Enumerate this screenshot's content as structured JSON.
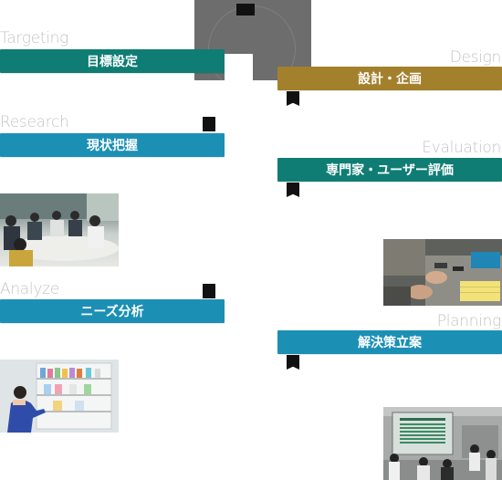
{
  "colors": {
    "targeting": "#0f7d74",
    "research": "#1c8fb5",
    "analyze": "#1c8fb5",
    "design": "#a3812c",
    "evaluation": "#0f7d74",
    "planning": "#1c8fb5",
    "connector_dark": "#111111",
    "center_block": "#6f6f6f"
  },
  "steps": {
    "targeting": {
      "en": "Targeting",
      "jp": "目標設定"
    },
    "research": {
      "en": "Research",
      "jp": "現状把握"
    },
    "analyze": {
      "en": "Analyze",
      "jp": "ニーズ分析"
    },
    "design": {
      "en": "Design",
      "jp": "設計・企画"
    },
    "evaluation": {
      "en": "Evaluation",
      "jp": "専門家・ユーザー評価"
    },
    "planning": {
      "en": "Planning",
      "jp": "解決策立案"
    }
  },
  "photos": {
    "research_meeting": "meeting-photo",
    "shelf_product": "shelf-photo",
    "evaluation_table": "workbench-photo",
    "planning_presentation": "presentation-photo"
  }
}
